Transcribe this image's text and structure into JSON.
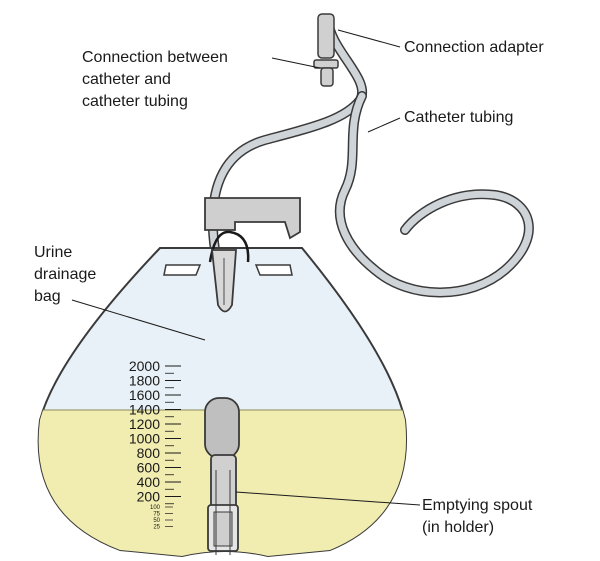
{
  "labels": {
    "connection_adapter": "Connection adapter",
    "connection_line1": "Connection between",
    "connection_line2": "catheter and",
    "connection_line3": "catheter tubing",
    "catheter_tubing": "Catheter tubing",
    "urine_line1": "Urine",
    "urine_line2": "drainage",
    "urine_line3": "bag",
    "spout_line1": "Emptying spout",
    "spout_line2": "(in holder)"
  },
  "scale_marks": [
    "2000",
    "1800",
    "1600",
    "1400",
    "1200",
    "1000",
    "800",
    "600",
    "400",
    "200",
    "100",
    "75",
    "50",
    "25"
  ],
  "colors": {
    "outline": "#3a3a3a",
    "bag_fill": "#e8f1f7",
    "urine": "#f1ecb0",
    "tube": "#cfd4d8",
    "holder": "#bfbfbf"
  }
}
